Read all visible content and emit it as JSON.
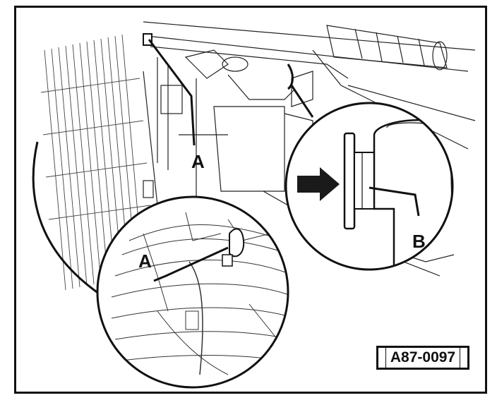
{
  "figure": {
    "callouts": {
      "a_main": "A",
      "a_inset": "A",
      "b_inset": "B"
    },
    "figure_code": "A87-0097"
  },
  "colors": {
    "ink": "#111111",
    "paper": "#ffffff",
    "arrow": "#1a1a1a"
  }
}
